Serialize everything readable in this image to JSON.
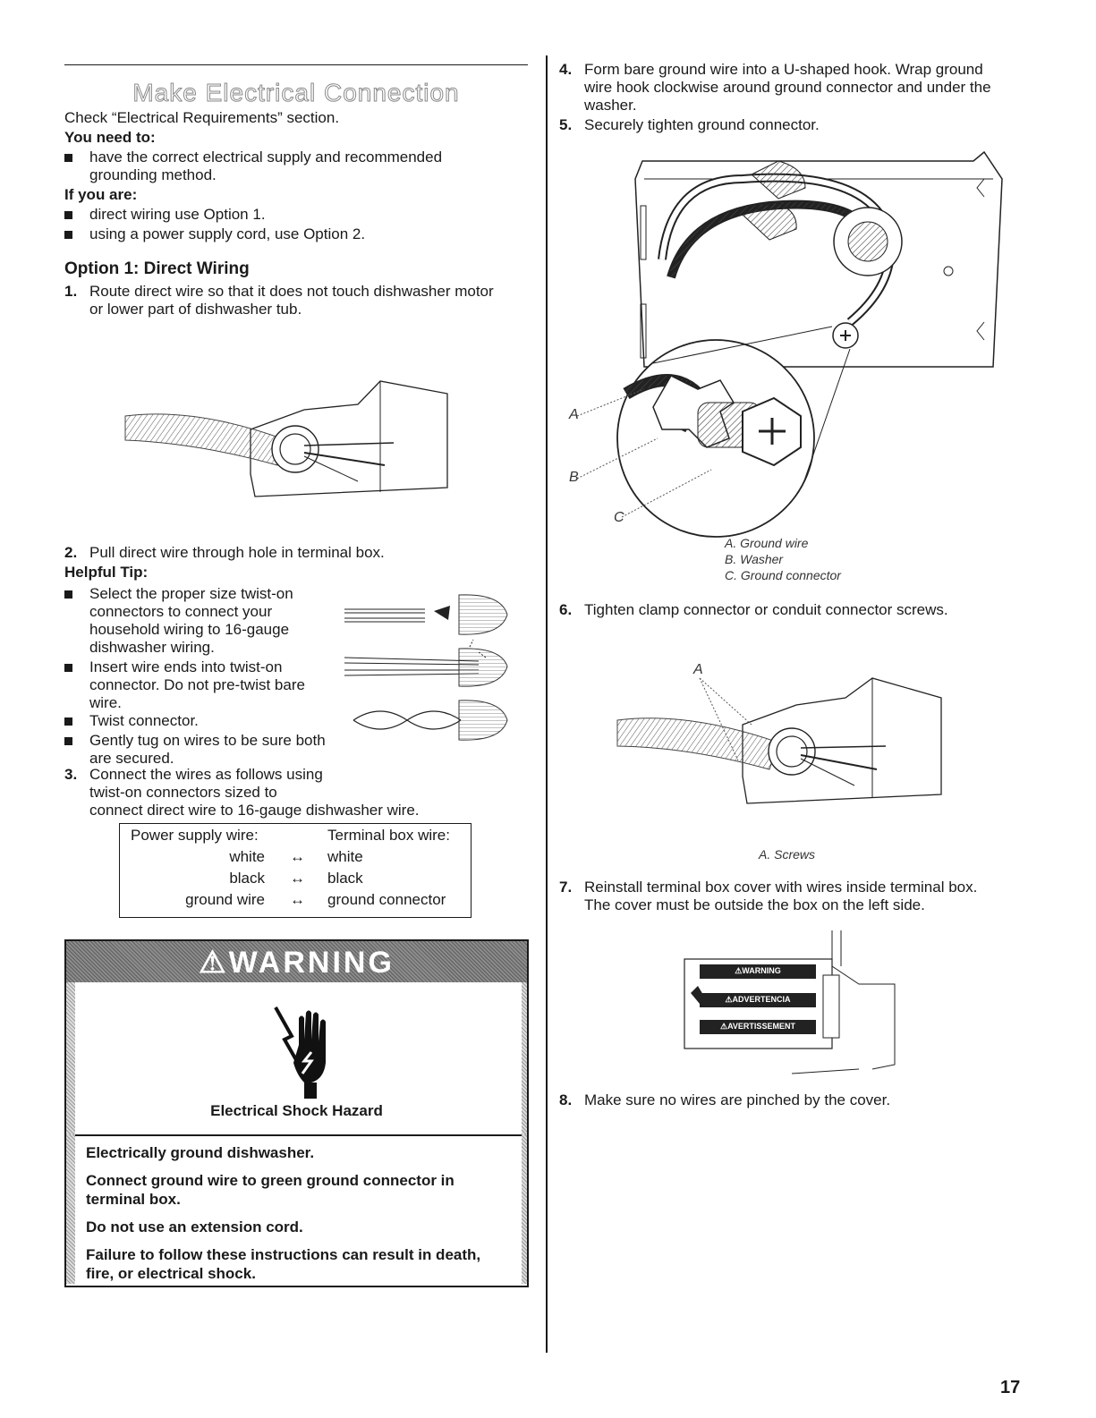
{
  "section_title": "Make Electrical Connection",
  "intro": "Check “Electrical Requirements” section.",
  "you_need_to": {
    "heading": "You need to:",
    "items": [
      "have the correct electrical supply and recommended",
      "grounding method."
    ]
  },
  "if_you_are": {
    "heading": "If you are:",
    "items": [
      "direct wiring use Option 1.",
      "using a power supply cord, use Option 2."
    ]
  },
  "option1": {
    "heading": "Option 1: Direct Wiring",
    "step1": {
      "num": "1.",
      "line1": "Route direct wire so that it does not touch dishwasher motor",
      "line2": "or lower part of dishwasher tub."
    },
    "step2": {
      "num": "2.",
      "line1": "Pull direct wire through hole in terminal box."
    }
  },
  "helpful_tip": {
    "heading": "Helpful Tip:",
    "bullets": [
      [
        "Select the proper size twist-on",
        "connectors to connect your",
        "household wiring to 16-gauge",
        "dishwasher wiring."
      ],
      [
        "Insert wire ends into twist-on",
        "connector. Do not pre-twist bare",
        "wire."
      ],
      [
        "Twist connector."
      ],
      [
        "Gently tug on wires to be sure both",
        "are secured."
      ]
    ]
  },
  "step3": {
    "num": "3.",
    "line1": "Connect the wires as follows using",
    "line2": "twist-on connectors sized to",
    "line3": "connect direct wire to 16-gauge dishwasher wire."
  },
  "wire_table": {
    "header_left": "Power supply wire:",
    "header_right": "Terminal box wire:",
    "arrow": "↔",
    "rows": [
      {
        "left": "white",
        "right": "white"
      },
      {
        "left": "black",
        "right": "black"
      },
      {
        "left": "ground wire",
        "right": "ground connector"
      }
    ]
  },
  "warning": {
    "title": "⚠WARNING",
    "hazard": "Electrical Shock Hazard",
    "lines": [
      "Electrically ground dishwasher.",
      "Connect ground wire to green ground connector in",
      "terminal box.",
      "Do not use an extension cord.",
      "Failure to follow these instructions can result in death,",
      "fire, or electrical shock."
    ]
  },
  "step4": {
    "num": "4.",
    "line1": "Form bare ground wire into a U-shaped hook. Wrap ground",
    "line2": "wire hook clockwise around ground connector and under the",
    "line3": "washer."
  },
  "step5": {
    "num": "5.",
    "line1": "Securely tighten ground connector."
  },
  "ground_labels": {
    "a": "A",
    "b": "B",
    "c": "C"
  },
  "ground_captions": [
    "A. Ground wire",
    "B. Washer",
    "C. Ground connector"
  ],
  "step6": {
    "num": "6.",
    "line1": "Tighten clamp connector or conduit connector screws."
  },
  "screws_label": "A",
  "screws_caption": "A. Screws",
  "step7": {
    "num": "7.",
    "line1": "Reinstall terminal box cover with wires inside terminal box.",
    "line2": "The cover must be outside the box on the left side."
  },
  "cover_labels": [
    "⚠WARNING",
    "⚠ADVERTENCIA",
    "⚠AVERTISSEMENT"
  ],
  "step8": {
    "num": "8.",
    "line1": "Make sure no wires are pinched by the cover."
  },
  "page_number": "17"
}
